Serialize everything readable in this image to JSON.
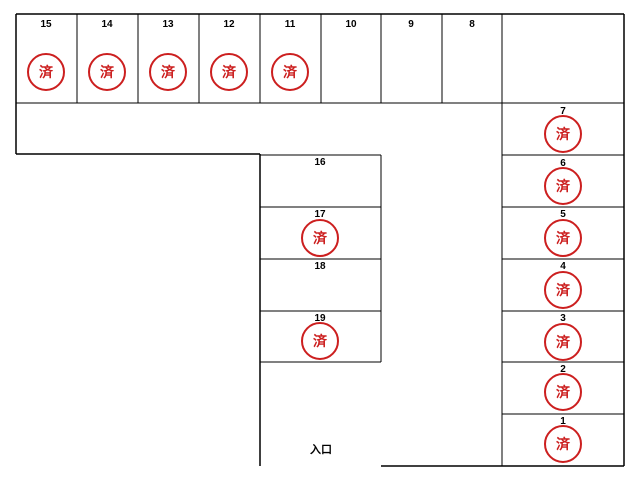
{
  "stamp_label": "済",
  "entrance_label": "入口",
  "colors": {
    "stamp": "#cc1f1f",
    "line": "#000000"
  },
  "spaces": [
    {
      "number": "15",
      "taken": true
    },
    {
      "number": "14",
      "taken": true
    },
    {
      "number": "13",
      "taken": true
    },
    {
      "number": "12",
      "taken": true
    },
    {
      "number": "11",
      "taken": true
    },
    {
      "number": "10",
      "taken": false
    },
    {
      "number": "9",
      "taken": false
    },
    {
      "number": "8",
      "taken": false
    },
    {
      "number": "7",
      "taken": true
    },
    {
      "number": "6",
      "taken": true
    },
    {
      "number": "5",
      "taken": true
    },
    {
      "number": "4",
      "taken": true
    },
    {
      "number": "3",
      "taken": true
    },
    {
      "number": "2",
      "taken": true
    },
    {
      "number": "1",
      "taken": true
    },
    {
      "number": "16",
      "taken": false
    },
    {
      "number": "17",
      "taken": true
    },
    {
      "number": "18",
      "taken": false
    },
    {
      "number": "19",
      "taken": true
    }
  ]
}
